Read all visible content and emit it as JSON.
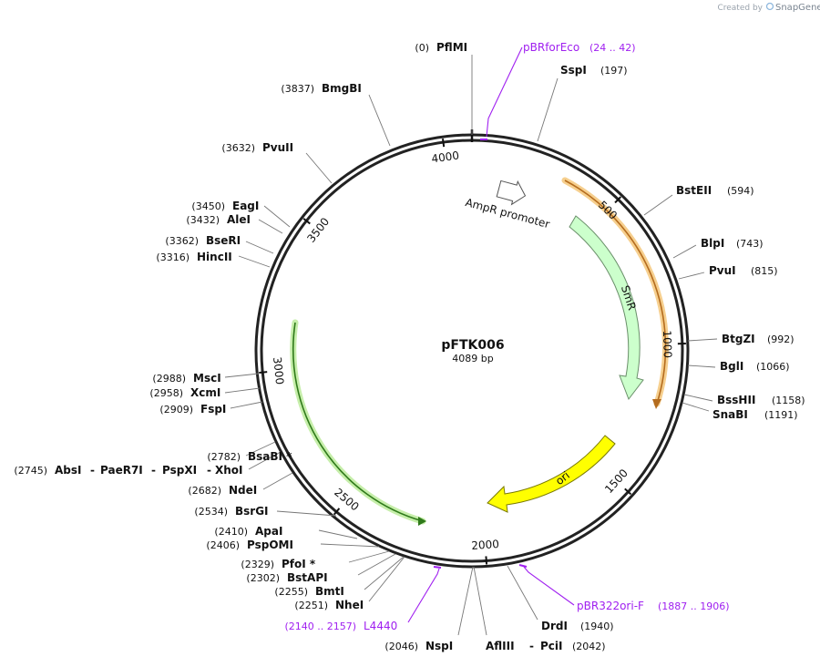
{
  "watermark": {
    "prefix": "Created by",
    "brand": "SnapGene"
  },
  "plasmid": {
    "name": "pFTK006",
    "length_label": "4089 bp"
  },
  "ticks": [
    {
      "bp": 500,
      "label": "500"
    },
    {
      "bp": 1000,
      "label": "1000"
    },
    {
      "bp": 1500,
      "label": "1500"
    },
    {
      "bp": 2000,
      "label": "2000"
    },
    {
      "bp": 2500,
      "label": "2500"
    },
    {
      "bp": 3000,
      "label": "3000"
    },
    {
      "bp": 3500,
      "label": "3500"
    },
    {
      "bp": 4000,
      "label": "4000"
    }
  ],
  "features": [
    {
      "id": "ampr-promoter",
      "label": "AmpR promoter",
      "type": "promoter-arrow",
      "color": "#ffffff"
    },
    {
      "id": "smr",
      "label": "SmR",
      "type": "gene-arc",
      "color": "#ccffcc"
    },
    {
      "id": "ori",
      "label": "ori",
      "type": "gene-arc",
      "color": "#ffff00"
    },
    {
      "id": "orange-arc",
      "label": "",
      "type": "highlight-arc",
      "color": "#e8a34a"
    },
    {
      "id": "green-arc",
      "label": "",
      "type": "highlight-arc",
      "color": "#99dd66"
    }
  ],
  "enzymes": [
    {
      "id": "pfimi",
      "name": "PflMI",
      "pos": "(0)"
    },
    {
      "id": "sspi",
      "name": "SspI",
      "pos": "(197)"
    },
    {
      "id": "bsteii",
      "name": "BstEII",
      "pos": "(594)"
    },
    {
      "id": "blpi",
      "name": "BlpI",
      "pos": "(743)"
    },
    {
      "id": "pvui",
      "name": "PvuI",
      "pos": "(815)"
    },
    {
      "id": "btgzi",
      "name": "BtgZI",
      "pos": "(992)"
    },
    {
      "id": "bgli",
      "name": "BglI",
      "pos": "(1066)"
    },
    {
      "id": "bsshii",
      "name": "BssHII",
      "pos": "(1158)"
    },
    {
      "id": "snabi",
      "name": "SnaBI",
      "pos": "(1191)"
    },
    {
      "id": "drdi",
      "name": "DrdI",
      "pos": "(1940)"
    },
    {
      "id": "afliii-pcii",
      "names": [
        "AflIII",
        "-",
        "PciI"
      ],
      "pos": "(2042)"
    },
    {
      "id": "nspi",
      "name": "NspI",
      "pos": "(2046)"
    },
    {
      "id": "nhei",
      "name": "NheI",
      "pos": "(2251)"
    },
    {
      "id": "bmti",
      "name": "BmtI",
      "pos": "(2255)"
    },
    {
      "id": "bstapi",
      "name": "BstAPI",
      "pos": "(2302)"
    },
    {
      "id": "pfoi",
      "name": "PfoI *",
      "pos": "(2329)"
    },
    {
      "id": "pspomi",
      "name": "PspOMI",
      "pos": "(2406)"
    },
    {
      "id": "apai",
      "name": "ApaI",
      "pos": "(2410)"
    },
    {
      "id": "bsrgi",
      "name": "BsrGI",
      "pos": "(2534)"
    },
    {
      "id": "ndei",
      "name": "NdeI",
      "pos": "(2682)"
    },
    {
      "id": "absi-group",
      "names": [
        "AbsI",
        "-",
        "PaeR7I",
        "-",
        "PspXI",
        "-",
        "XhoI"
      ],
      "pos": "(2745)"
    },
    {
      "id": "bsabi",
      "name": "BsaBI *",
      "pos": "(2782)"
    },
    {
      "id": "fspi",
      "name": "FspI",
      "pos": "(2909)"
    },
    {
      "id": "xcmi",
      "name": "XcmI",
      "pos": "(2958)"
    },
    {
      "id": "msci",
      "name": "MscI",
      "pos": "(2988)"
    },
    {
      "id": "hincii",
      "name": "HincII",
      "pos": "(3316)"
    },
    {
      "id": "bseri",
      "name": "BseRI",
      "pos": "(3362)"
    },
    {
      "id": "alei",
      "name": "AleI",
      "pos": "(3432)"
    },
    {
      "id": "eagi",
      "name": "EagI",
      "pos": "(3450)"
    },
    {
      "id": "pvuii",
      "name": "PvuII",
      "pos": "(3632)"
    },
    {
      "id": "bmgbi",
      "name": "BmgBI",
      "pos": "(3837)"
    }
  ],
  "primers": [
    {
      "id": "pbrforeco",
      "name": "pBRforEco",
      "range": "(24 .. 42)"
    },
    {
      "id": "pbr322ori-f",
      "name": "pBR322ori-F",
      "range": "(1887 .. 1906)"
    },
    {
      "id": "l4440",
      "name": "L4440",
      "range": "(2140 .. 2157)"
    }
  ],
  "colors": {
    "backbone": "#222222",
    "primer": "#a020f0",
    "leader": "#777777"
  }
}
